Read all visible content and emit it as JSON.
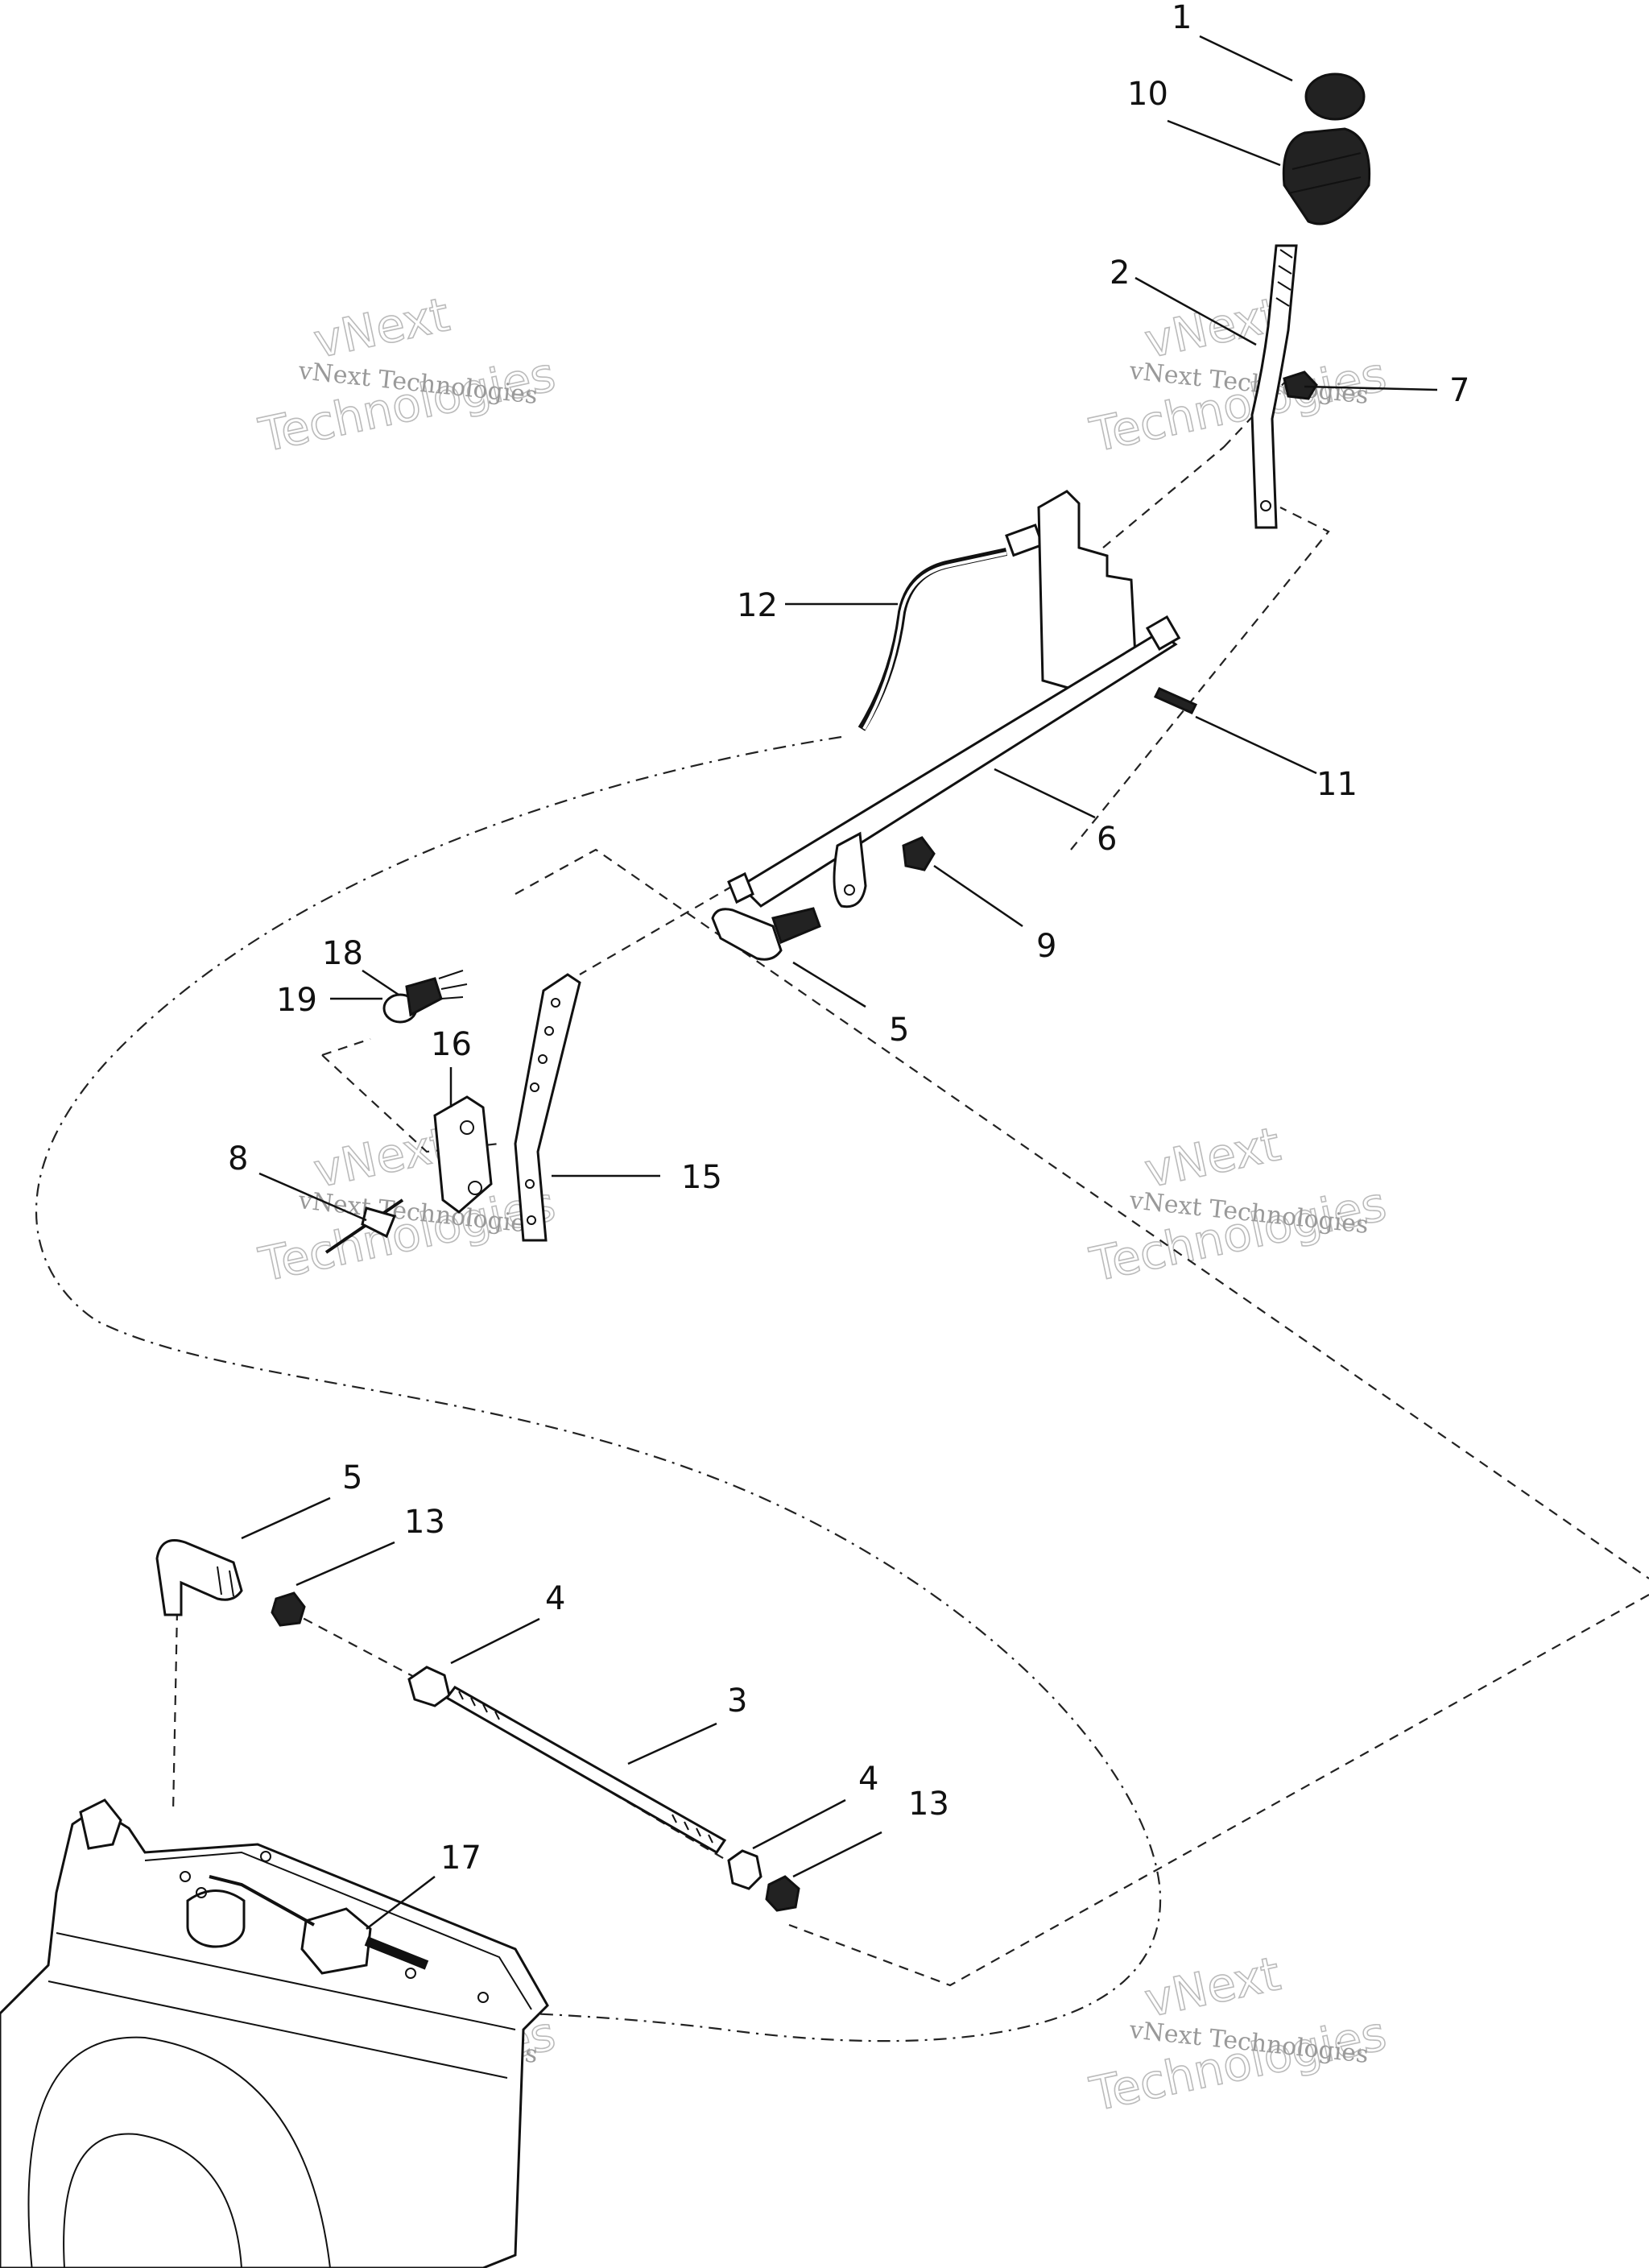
{
  "callouts": [
    {
      "id": "c1",
      "label": "1"
    },
    {
      "id": "c10",
      "label": "10"
    },
    {
      "id": "c2",
      "label": "2"
    },
    {
      "id": "c7",
      "label": "7"
    },
    {
      "id": "c12",
      "label": "12"
    },
    {
      "id": "c11",
      "label": "11"
    },
    {
      "id": "c6",
      "label": "6"
    },
    {
      "id": "c9",
      "label": "9"
    },
    {
      "id": "c5a",
      "label": "5"
    },
    {
      "id": "c18",
      "label": "18"
    },
    {
      "id": "c19",
      "label": "19"
    },
    {
      "id": "c16",
      "label": "16"
    },
    {
      "id": "c15",
      "label": "15"
    },
    {
      "id": "c8",
      "label": "8"
    },
    {
      "id": "c5b",
      "label": "5"
    },
    {
      "id": "c13a",
      "label": "13"
    },
    {
      "id": "c4a",
      "label": "4"
    },
    {
      "id": "c3",
      "label": "3"
    },
    {
      "id": "c4b",
      "label": "4"
    },
    {
      "id": "c13b",
      "label": "13"
    },
    {
      "id": "c17",
      "label": "17"
    }
  ],
  "watermark": {
    "line1": "vNext Technologies",
    "line2": "vNext",
    "line3": "Technologies"
  }
}
